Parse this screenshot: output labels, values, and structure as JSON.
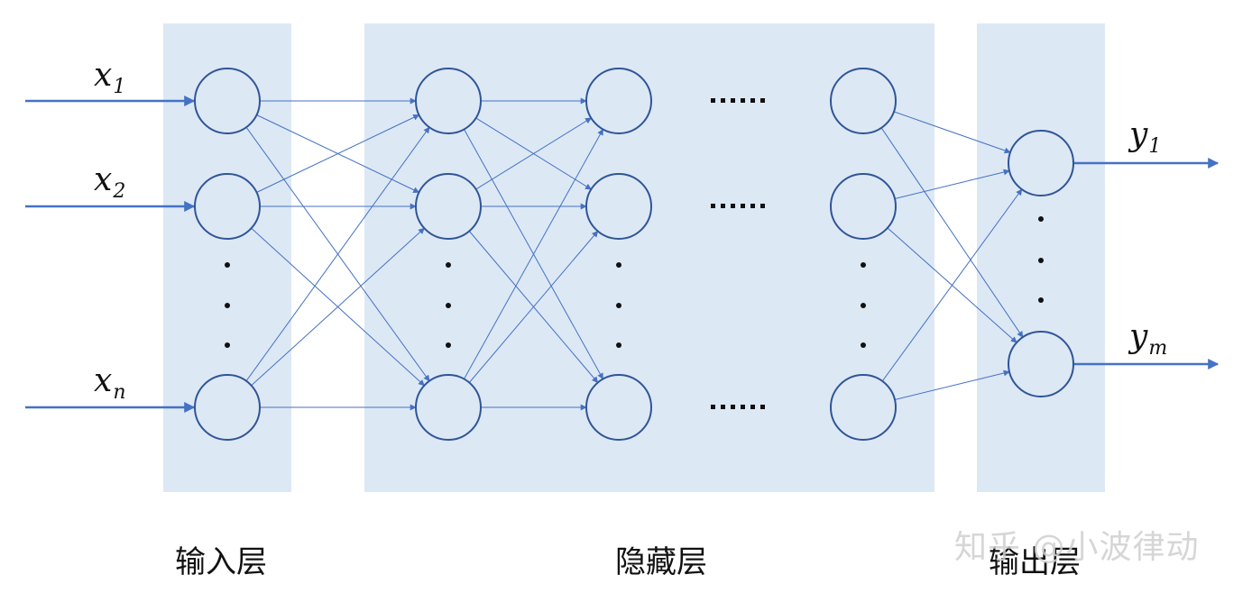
{
  "labels": {
    "input_layer": "输入层",
    "hidden_layer": "隐藏层",
    "output_layer": "输出层"
  },
  "inputs": [
    {
      "base": "x",
      "sub": "1"
    },
    {
      "base": "x",
      "sub": "2"
    },
    {
      "base": "x",
      "sub": "n"
    }
  ],
  "outputs": [
    {
      "base": "y",
      "sub": "1"
    },
    {
      "base": "y",
      "sub": "m"
    }
  ],
  "ellipsis_horizontal": "......",
  "watermark": "知乎 @小波律动",
  "colors": {
    "panel": "#dde8f5",
    "node_stroke": "#2f5597",
    "line": "#4472c4",
    "text": "#111111"
  }
}
